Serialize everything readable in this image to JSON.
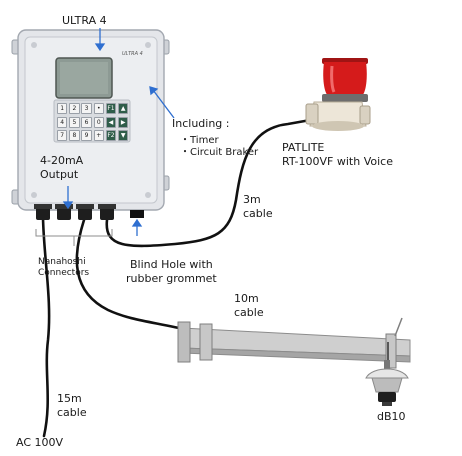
{
  "labels": {
    "device_name": "ULTRA 4",
    "device_brand": "ULTRA 4",
    "including": "Including :",
    "timer": "・Timer",
    "breaker": "・Circuit Braker",
    "output_line1": "4-20mA",
    "output_line2": "Output",
    "patlite_line1": "PATLITE",
    "patlite_line2": "RT-100VF with Voice",
    "cable_3m_line1": "3m",
    "cable_3m_line2": "cable",
    "nanahoshi_line1": "Nanahoshi",
    "nanahoshi_line2": "Connectors",
    "blind_line1": "Blind Hole with",
    "blind_line2": "rubber grommet",
    "cable_10m_line1": "10m",
    "cable_10m_line2": "cable",
    "cable_15m_line1": "15m",
    "cable_15m_line2": "cable",
    "ac_power": "AC 100V",
    "sensor": "dB10"
  },
  "keypad": {
    "rows": [
      [
        "1",
        "2",
        "3",
        "•",
        "F1",
        "▲"
      ],
      [
        "4",
        "5",
        "6",
        "0",
        "◀",
        "▶"
      ],
      [
        "7",
        "8",
        "9",
        "+",
        "F2",
        "▼"
      ]
    ]
  },
  "colors": {
    "enclosure": "#e4e6ea",
    "display": "#8d9a94",
    "cable": "#111111",
    "beacon_red": "#d51b1b",
    "arrow": "#2f6fd0",
    "bracket": "#8c8c8c"
  }
}
